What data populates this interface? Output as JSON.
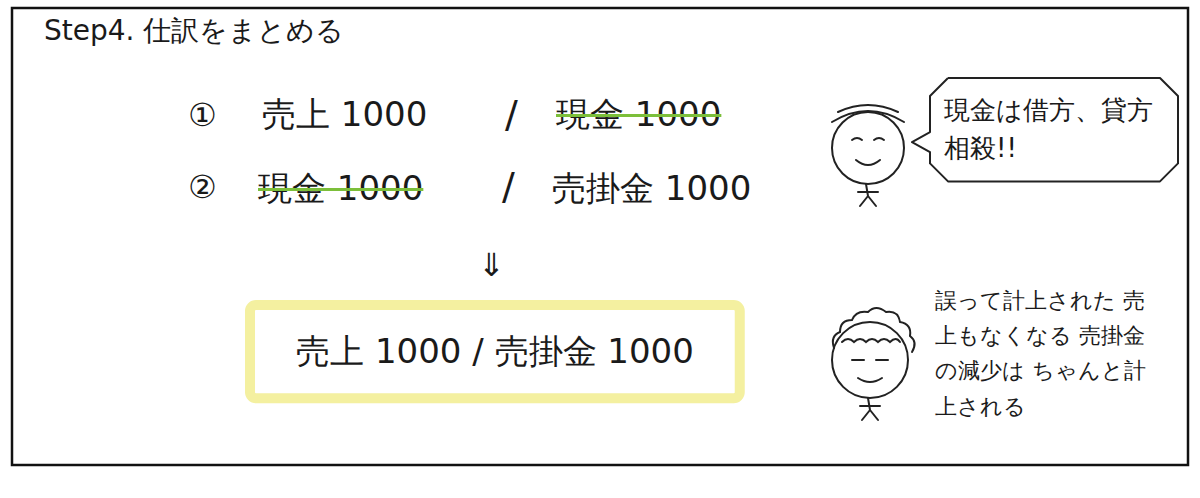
{
  "diagram": {
    "title": "Step4. 仕訳をまとめる",
    "nodes": [
      {
        "text": [
          "現金は借方、貸方 相殺!!"
        ]
      },
      {
        "text": [
          "売上 1000 / 売掛金 1000"
        ]
      }
    ],
    "labels": [
      "①",
      "売上 1000",
      "/",
      "現金 1000",
      "②",
      "現金 1000",
      "/",
      "売掛金 1000",
      "⇓",
      "誤って計上された 売上もなくなる 売掛金の減少は ちゃんと計上される"
    ]
  }
}
